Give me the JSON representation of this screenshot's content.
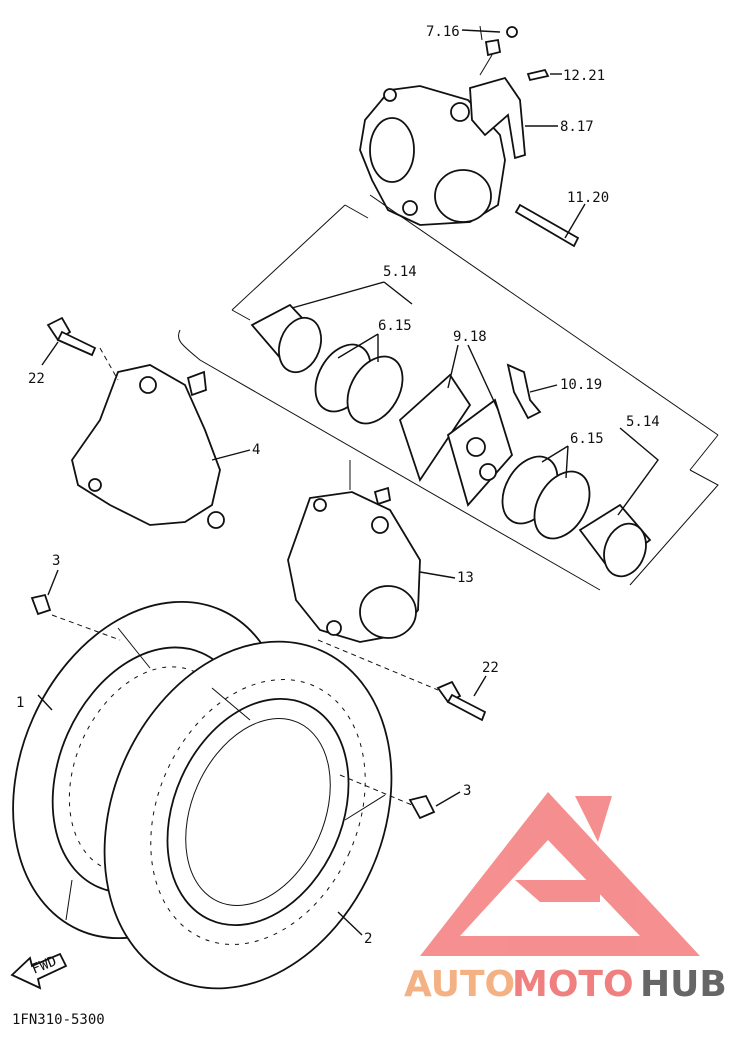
{
  "diagram_code": "1FN310-5300",
  "fwd_label": "FWD",
  "callouts": {
    "c_7_16": "7.16",
    "c_12_21": "12.21",
    "c_8_17": "8.17",
    "c_11_20": "11.20",
    "c_5_14_top": "5.14",
    "c_6_15_top": "6.15",
    "c_9_18": "9.18",
    "c_10_19": "10.19",
    "c_6_15_right": "6.15",
    "c_5_14_right": "5.14",
    "c_22_left": "22",
    "c_4": "4",
    "c_13": "13",
    "c_3_left": "3",
    "c_22_mid": "22",
    "c_1": "1",
    "c_3_right": "3",
    "c_2": "2"
  },
  "watermark": {
    "part1": "AUTO",
    "part2": "MOTO",
    "part3": "HUB",
    "color_auto": "#f4b183",
    "color_moto": "#f08080",
    "color_hub": "#666666",
    "logo_color": "#f47c7c"
  }
}
